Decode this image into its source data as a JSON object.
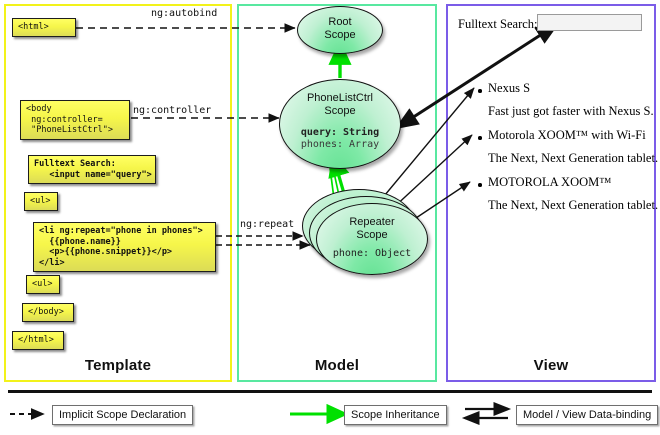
{
  "columns": [
    {
      "key": "template",
      "label": "Template"
    },
    {
      "key": "model",
      "label": "Model"
    },
    {
      "key": "view",
      "label": "View"
    }
  ],
  "colors": {
    "template_border": "#f2f21a",
    "model_border": "#58e8a0",
    "view_border": "#7b5ce8",
    "scope_green": "#5fe08f",
    "code_yellow": "#ffff63",
    "inheritance_arrow": "#00e000"
  },
  "template": {
    "boxes": [
      {
        "name": "html-open",
        "text": "<html>"
      },
      {
        "name": "body-open",
        "text": "<body\n ng:controller=\n \"PhoneListCtrl\">"
      },
      {
        "name": "fulltext-search",
        "text": "Fulltext Search:\n   <input name=\"query\">"
      },
      {
        "name": "ul-open",
        "text": "<ul>"
      },
      {
        "name": "li-repeat",
        "text": "<li ng:repeat=\"phone in phones\">\n  {{phone.name}}\n  <p>{{phone.snippet}}</p>\n</li>"
      },
      {
        "name": "ul-close",
        "text": "<ul>"
      },
      {
        "name": "body-close",
        "text": "</body>"
      },
      {
        "name": "html-close",
        "text": "</html>"
      }
    ]
  },
  "connectors": {
    "autobind": "ng:autobind",
    "controller": "ng:controller",
    "repeat": "ng:repeat"
  },
  "model": {
    "root_scope": {
      "title_line1": "Root",
      "title_line2": "Scope"
    },
    "phonelist_scope": {
      "title_line1": "PhoneListCtrl",
      "title_line2": "Scope",
      "prop1": "query: String",
      "prop2": "phones: Array"
    },
    "repeater_scope": {
      "title_line1": "Repeater",
      "title_line2": "Scope",
      "prop1": "phone: Object"
    }
  },
  "view": {
    "search_label": "Fulltext Search:",
    "search_value": "",
    "search_placeholder": "",
    "phones": [
      {
        "name": "Nexus S",
        "snippet": "Fast just got faster with Nexus S."
      },
      {
        "name": "Motorola XOOM™  with Wi-Fi",
        "snippet": "The Next, Next Generation tablet."
      },
      {
        "name": "MOTOROLA XOOM™",
        "snippet": "The Next, Next Generation tablet."
      }
    ]
  },
  "legend": [
    {
      "name": "implicit-scope-declaration",
      "label": "Implicit Scope Declaration",
      "arrow": "dashed-black"
    },
    {
      "name": "scope-inheritance",
      "label": "Scope Inheritance",
      "arrow": "solid-green"
    },
    {
      "name": "model-view-data-binding",
      "label": "Model / View Data-binding",
      "arrow": "double-black"
    }
  ]
}
